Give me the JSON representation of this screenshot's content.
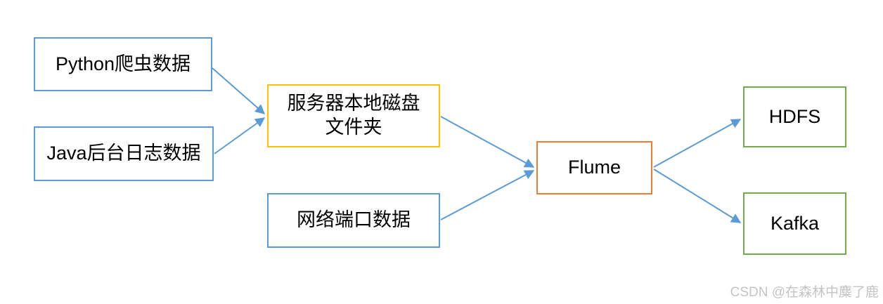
{
  "diagram": {
    "type": "flow-diagram",
    "arrow_color": "#5B9BD5",
    "nodes": [
      {
        "id": "python-crawler-data",
        "label": "Python爬虫数据",
        "border_color": "#5B9BD5"
      },
      {
        "id": "java-backend-log-data",
        "label": "Java后台日志数据",
        "border_color": "#5B9BD5"
      },
      {
        "id": "server-local-disk-folder",
        "label": "服务器本地磁盘\n文件夹",
        "border_color": "#FFC000"
      },
      {
        "id": "network-port-data",
        "label": "网络端口数据",
        "border_color": "#5B9BD5"
      },
      {
        "id": "flume",
        "label": "Flume",
        "border_color": "#ED7D31"
      },
      {
        "id": "hdfs",
        "label": "HDFS",
        "border_color": "#70AD47"
      },
      {
        "id": "kafka",
        "label": "Kafka",
        "border_color": "#70AD47"
      }
    ],
    "edges": [
      {
        "from": "python-crawler-data",
        "to": "server-local-disk-folder"
      },
      {
        "from": "java-backend-log-data",
        "to": "server-local-disk-folder"
      },
      {
        "from": "server-local-disk-folder",
        "to": "flume"
      },
      {
        "from": "network-port-data",
        "to": "flume"
      },
      {
        "from": "flume",
        "to": "hdfs"
      },
      {
        "from": "flume",
        "to": "kafka"
      }
    ]
  },
  "watermark": {
    "text": "CSDN @在森林中麋了鹿"
  }
}
